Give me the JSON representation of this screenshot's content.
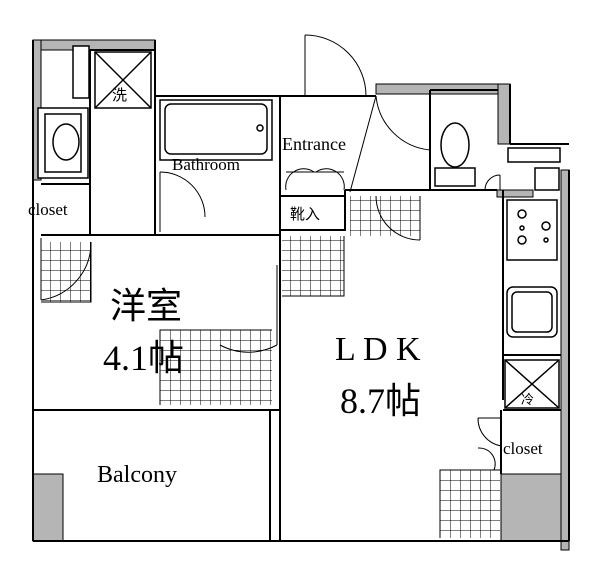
{
  "rooms": {
    "bathroom": "Bathroom",
    "entrance": "Entrance",
    "shoe_storage": "靴入",
    "closet_left": "closet",
    "western_room_name": "洋室",
    "western_room_size": "4.1帖",
    "ldk_name": "L D K",
    "ldk_size": "8.7帖",
    "balcony": "Balcony",
    "closet_right": "closet"
  },
  "fixtures": {
    "washer_mark": "洗",
    "fridge_mark": "冷"
  },
  "colors": {
    "wall": "#b5b5b5",
    "line": "#000000"
  }
}
